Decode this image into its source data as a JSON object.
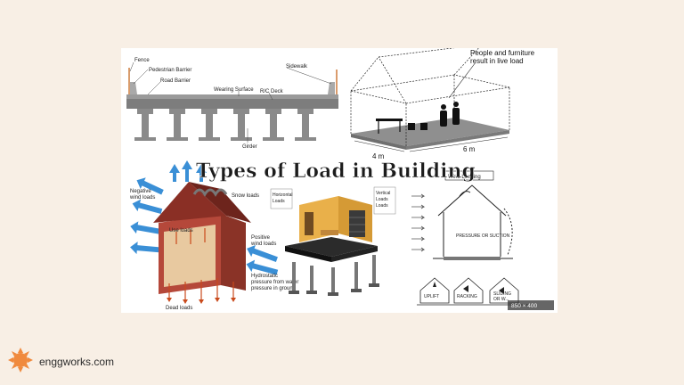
{
  "image": {
    "title": "Types of Load in Building",
    "dimension_badge": "850 × 400",
    "bridge": {
      "fence": "Fence",
      "pedestrian_barrier": "Pedestrian Barrier",
      "road_barrier": "Road Barrier",
      "sidewalk": "Sidewalk",
      "wearing_surface": "Wearing Surface",
      "rc_deck": "R/C Deck",
      "girder": "Girder"
    },
    "live_load": {
      "caption_line1": "People and furniture",
      "caption_line2": "result in live load",
      "dim_width": "4 m",
      "dim_depth": "6 m"
    },
    "house": {
      "negative_wind_line1": "Negative",
      "negative_wind_line2": "wind loads",
      "snow": "Snow loads",
      "use_loads": "Use loads",
      "positive_wind_line1": "Positive",
      "positive_wind_line2": "wind loads",
      "hydro_line1": "Hydrostatic",
      "hydro_line2": "pressure from water",
      "hydro_line3": "pressure in ground",
      "dead": "Dead loads"
    },
    "room": {
      "callout_left_1": "Horizontal",
      "callout_left_2": "Loads",
      "callout_right_1": "Vertical",
      "callout_right_2": "Loads",
      "callout_right_3": "Loads"
    },
    "wind": {
      "box_label": "Wind Loading",
      "pressure": "PRESSURE OR SUCTION",
      "uplift": "UPLIFT",
      "racking": "RACKING",
      "sliding_line1": "SLIDING",
      "sliding_line2": "OR W..."
    }
  },
  "footer": {
    "brand": "enggworks.com",
    "logo_icon": "gear-sun-logo-icon",
    "logo_color": "#f08a3e"
  }
}
